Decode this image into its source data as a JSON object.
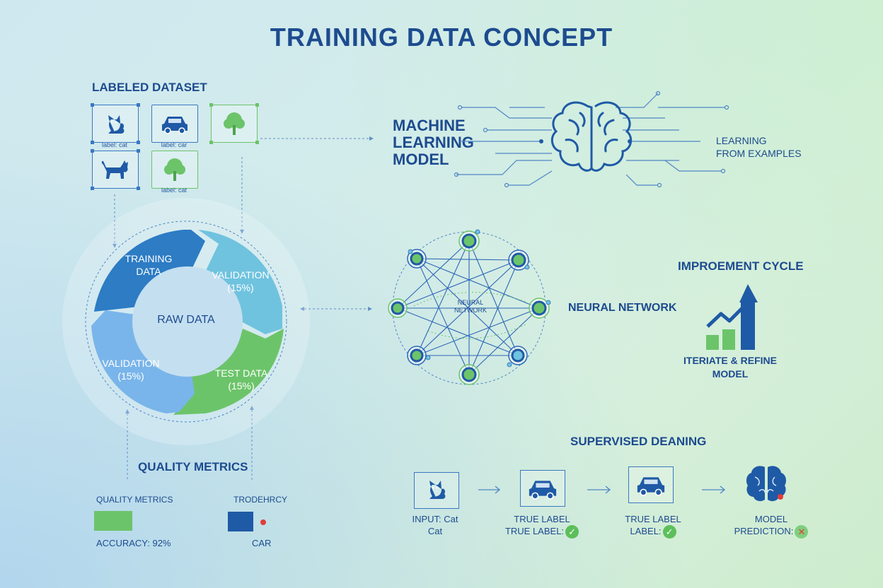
{
  "title": "TRAINING DATA CONCEPT",
  "labeled_dataset": {
    "heading": "LABELED DATASET",
    "tiles": [
      {
        "icon": "cat-icon",
        "caption": "label: cat"
      },
      {
        "icon": "car-icon",
        "caption": "label: car"
      },
      {
        "icon": "tree-icon",
        "caption": ""
      },
      {
        "icon": "cat-icon",
        "caption": ""
      },
      {
        "icon": "tree-icon",
        "caption": "label: cat"
      }
    ]
  },
  "ml_model": {
    "title_line1": "MACHINE",
    "title_line2": "LEARNING",
    "title_line3": "MODEL",
    "side_line1": "LEARNING",
    "side_line2": "FROM EXAMPLES",
    "icon": "brain-icon"
  },
  "data_split": {
    "center_label": "RAW DATA",
    "segments": [
      {
        "line1": "TRAINING",
        "line2": "DATA",
        "color": "#2d7cc4"
      },
      {
        "line1": "VALIDATION",
        "line2": "(15%)",
        "color": "#6fc3df"
      },
      {
        "line1": "TEST DATA",
        "line2": "(15%)",
        "color": "#6cc46a"
      },
      {
        "line1": "VALIDATION",
        "line2": "(15%)",
        "color": "#79b5ea"
      }
    ]
  },
  "neural_network": {
    "center_line1": "NEURAL",
    "center_line2": "NETWORK",
    "side_label": "NEURAL NETWORK"
  },
  "improvement": {
    "title": "IMPROEMENT CYCLE",
    "sub_line1": "ITERIATE & REFINE",
    "sub_line2": "MODEL",
    "icon": "growth-chart-icon"
  },
  "supervised": {
    "title": "SUPERVISED DEANING",
    "steps": [
      {
        "icon": "cat-icon",
        "line1": "INPUT: Cat",
        "line2": "Cat",
        "badge": ""
      },
      {
        "icon": "car-icon",
        "line1": "TRUE LABEL",
        "line2": "TRUE LABEL:",
        "badge": "check"
      },
      {
        "icon": "car-icon",
        "line1": "TRUE LABEL",
        "line2": "LABEL:",
        "badge": "check"
      },
      {
        "icon": "brain-icon",
        "line1": "MODEL",
        "line2": "PREDICTION:",
        "badge": "cross"
      }
    ]
  },
  "quality": {
    "title": "QUALITY METRICS",
    "left_label": "QUALITY METRICS",
    "accuracy": "ACCURACY: 92%",
    "right_label": "TRODEHRCY",
    "right_value": "CAR",
    "colors": {
      "green": "#6cc46a",
      "blue": "#1f5aa6",
      "red": "#e23c3c"
    }
  },
  "colors": {
    "primary": "#1d4b8f",
    "accent_blue": "#3a78c2",
    "accent_green": "#6cc46a"
  }
}
